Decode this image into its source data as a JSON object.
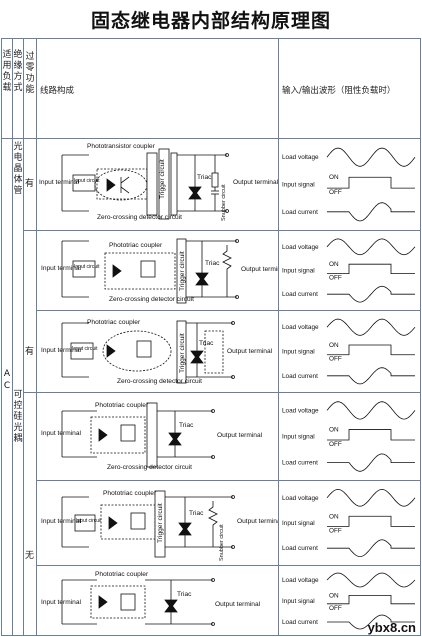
{
  "title": "固态继电器内部结构原理图",
  "headers": {
    "load": "适用负载",
    "isolation": "绝缘方式",
    "zero_cross": "过零功能",
    "circuit": "线路构成",
    "waveform": "输入/输出波形（阻性负载时）"
  },
  "ac_label": "AC",
  "isolation_types": [
    "光电晶体管",
    "可控硅光耦"
  ],
  "zero_cross_marks": [
    "有",
    "有",
    "无"
  ],
  "labels": {
    "input_terminal": "Input terminal",
    "input_circuit": "Input circuit",
    "output_terminal": "Output terminal",
    "trigger_circuit": "Trigger circuit",
    "snubber_circuit": "Snubber circuit",
    "triac": "Triac",
    "zero_crossing": "Zero-crossing detector circuit",
    "phototransistor_coupler": "Phototransistor coupler",
    "phototriac_coupler": "Phototriac coupler",
    "load_voltage": "Load voltage",
    "input_signal": "Input signal",
    "load_current": "Load current",
    "on": "ON",
    "off": "OFF"
  },
  "watermark": "ybx8.cn"
}
